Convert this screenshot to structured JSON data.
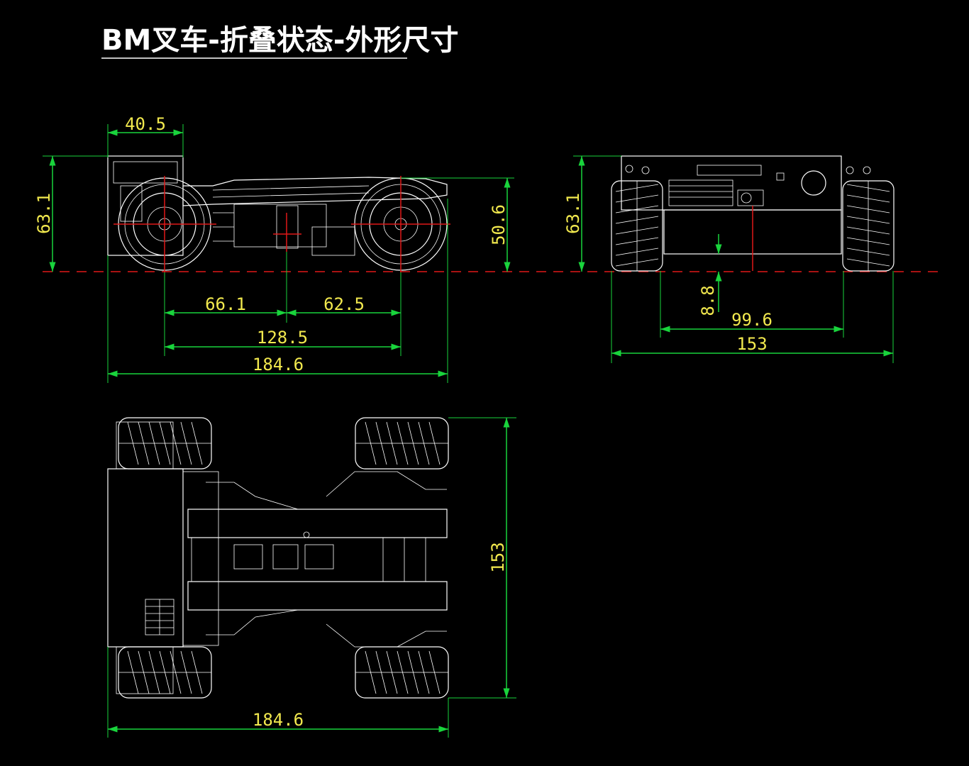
{
  "title": "BM叉车-折叠状态-外形尺寸",
  "colors": {
    "background": "#000000",
    "drawing": "#ffffff",
    "dimension_line": "#19d43c",
    "dimension_text": "#f2e94e",
    "center_line": "#e01818"
  },
  "side_view": {
    "top_width": "40.5",
    "height": "63.1",
    "wheel_height": "50.6",
    "front_to_center": "66.1",
    "center_to_rear": "62.5",
    "wheelbase": "128.5",
    "overall_length": "184.6"
  },
  "front_view": {
    "height": "63.1",
    "ground_clearance": "8.8",
    "track_inner": "99.6",
    "overall_width": "153"
  },
  "top_view": {
    "overall_width": "153",
    "overall_length": "184.6"
  }
}
